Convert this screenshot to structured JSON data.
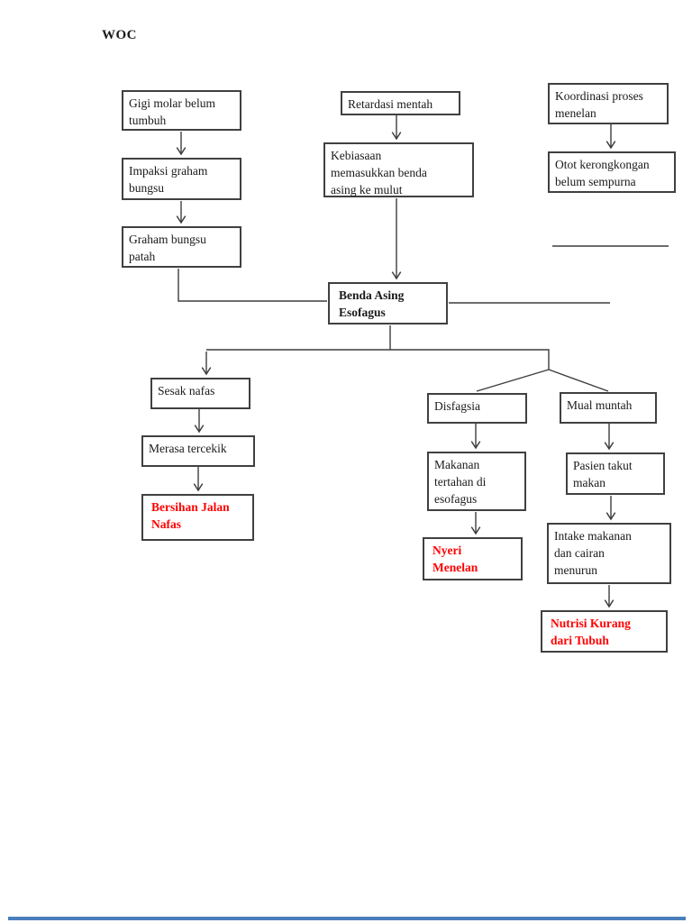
{
  "page": {
    "title": "WOC"
  },
  "colors": {
    "box_border": "#404040",
    "connector_line": "#3d3d3d",
    "text": "#1a1a1a",
    "alert_text": "#ff0000",
    "bottom_divider_blue": "#4a7ebb"
  },
  "nodes": {
    "gigi_molar": {
      "label": "Gigi molar belum\ntumbuh"
    },
    "impaksi": {
      "label": "Impaksi graham\nbungsu"
    },
    "graham_patah": {
      "label": "Graham bungsu\npatah"
    },
    "retardasi": {
      "label": "Retardasi mentah"
    },
    "kebiasaan": {
      "label": "Kebiasaan\nmemasukkan benda\nasing ke mulut"
    },
    "koordinasi": {
      "label": "Koordinasi proses\nmenelan"
    },
    "otot": {
      "label": "Otot kerongkongan\nbelum sempurna"
    },
    "benda_asing": {
      "label": "Benda Asing\nEsofagus"
    },
    "sesak": {
      "label": "Sesak nafas"
    },
    "merasa": {
      "label": "Merasa tercekik"
    },
    "bersihan": {
      "label": "Bersihan Jalan\nNafas"
    },
    "disfagsia": {
      "label": "Disfagsia"
    },
    "mual": {
      "label": "Mual muntah"
    },
    "makanan": {
      "label": "Makanan\ntertahan di\nesofagus"
    },
    "nyeri": {
      "label": "Nyeri\nMenelan"
    },
    "pasien": {
      "label": "Pasien takut\nmakan"
    },
    "intake": {
      "label": "Intake makanan\ndan cairan\nmenurun"
    },
    "nutrisi": {
      "label": "Nutrisi Kurang\ndari Tubuh"
    }
  }
}
